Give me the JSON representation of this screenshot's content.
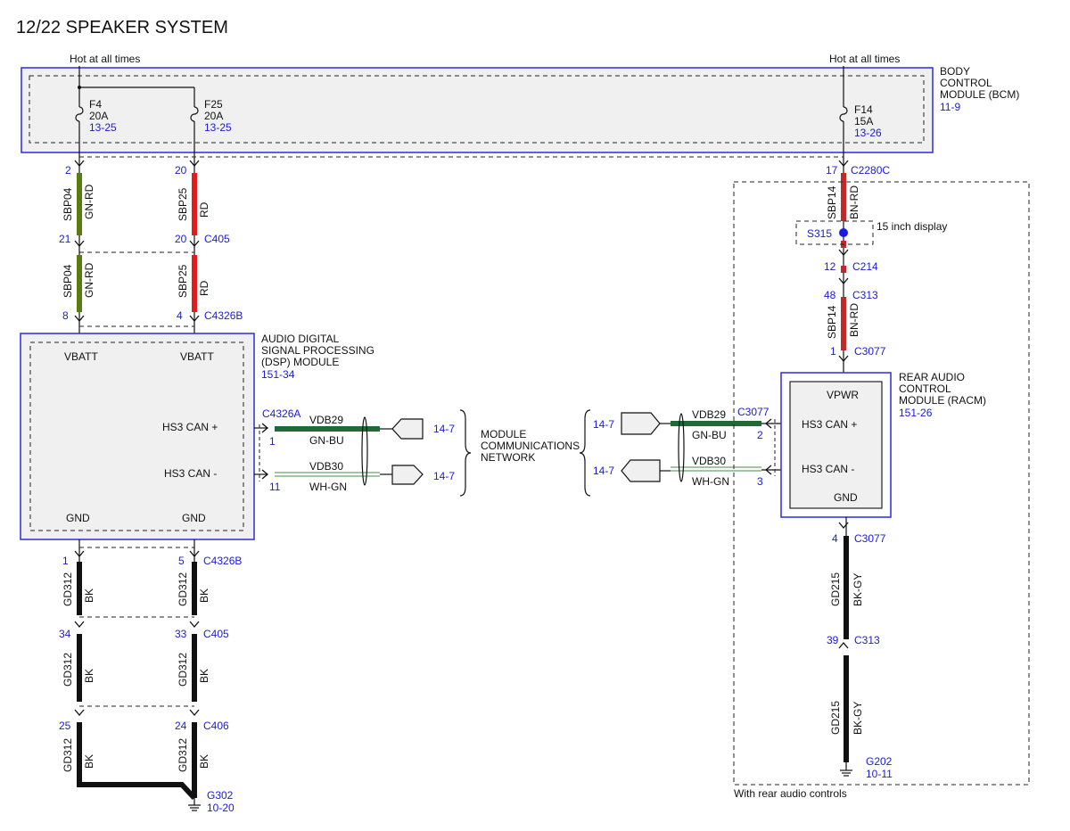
{
  "title": "12/22 SPEAKER SYSTEM",
  "bcm": {
    "hot_left": "Hot at all times",
    "hot_right": "Hot at all times",
    "label": [
      "BODY",
      "CONTROL",
      "MODULE (BCM)"
    ],
    "ref": "11-9",
    "fuses": [
      {
        "name": "F4",
        "amps": "20A",
        "ref": "13-25"
      },
      {
        "name": "F25",
        "amps": "20A",
        "ref": "13-25"
      },
      {
        "name": "F14",
        "amps": "15A",
        "ref": "13-26"
      }
    ]
  },
  "circuits": {
    "sbp04": "SBP04",
    "gn_rd": "GN-RD",
    "sbp25": "SBP25",
    "rd": "RD",
    "sbp14": "SBP14",
    "bn_rd": "BN-RD",
    "gd312": "GD312",
    "bk": "BK",
    "gd215": "GD215",
    "bk_gy": "BK-GY"
  },
  "pins": {
    "p2": "2",
    "p20a": "20",
    "p17": "17",
    "c2280c": "C2280C",
    "p21": "21",
    "p20b": "20",
    "c405a": "C405",
    "p8": "8",
    "p4": "4",
    "c4326b_top": "C4326B",
    "s315": "S315",
    "display": "15 inch display",
    "p12": "12",
    "c214": "C214",
    "p48": "48",
    "c313a": "C313",
    "p1c3077": "1",
    "c3077_top": "C3077",
    "p1g": "1",
    "p5g": "5",
    "c4326b_bot": "C4326B",
    "p34": "34",
    "p33": "33",
    "c405b": "C405",
    "p25": "25",
    "p24": "24",
    "c406": "C406",
    "g302": "G302",
    "g302_ref": "10-20",
    "p4g": "4",
    "c3077_bot": "C3077",
    "p39": "39",
    "c313b": "C313",
    "g202": "G202",
    "g202_ref": "10-11"
  },
  "dsp": {
    "label": [
      "AUDIO DIGITAL",
      "SIGNAL PROCESSING",
      "(DSP) MODULE"
    ],
    "ref": "151-34",
    "vbatt1": "VBATT",
    "vbatt2": "VBATT",
    "can_plus": "HS3 CAN +",
    "can_minus": "HS3 CAN -",
    "gnd1": "GND",
    "gnd2": "GND",
    "connector": "C4326A",
    "pin_plus": "1",
    "pin_minus": "11"
  },
  "network": {
    "label": [
      "MODULE",
      "COMMUNICATIONS",
      "NETWORK"
    ],
    "vdb29": "VDB29",
    "gn_bu": "GN-BU",
    "vdb30": "VDB30",
    "wh_gn": "WH-GN",
    "ref_l1": "14-7",
    "ref_l2": "14-7",
    "ref_r1": "14-7",
    "ref_r2": "14-7",
    "vdb29r": "VDB29",
    "gn_bur": "GN-BU",
    "vdb30r": "VDB30",
    "wh_gnr": "WH-GN"
  },
  "racm": {
    "label": [
      "REAR AUDIO",
      "CONTROL",
      "MODULE (RACM)"
    ],
    "ref": "151-26",
    "vpwr": "VPWR",
    "can_plus": "HS3 CAN +",
    "can_minus": "HS3 CAN -",
    "gnd": "GND",
    "connector": "C3077",
    "pin_plus": "2",
    "pin_minus": "3"
  },
  "option_note": "With rear audio controls",
  "colors": {
    "red": "#e21b1b",
    "green_rd": "#5a7a12",
    "blue": "#1a1adc",
    "can_green": "#1f6b35",
    "box_fill": "#f0f0f0"
  }
}
